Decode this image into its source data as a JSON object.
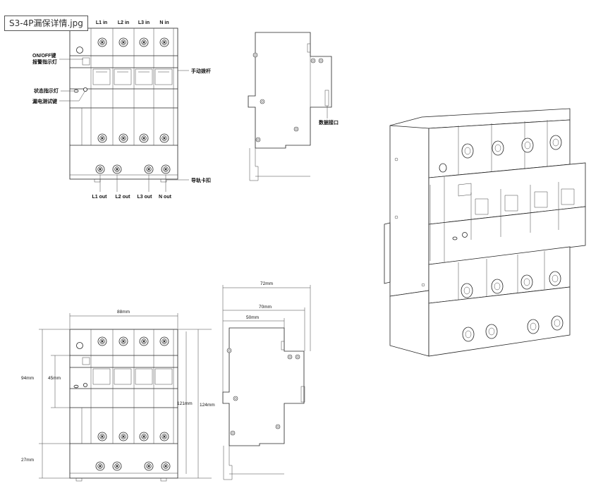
{
  "file_tag": "S3-4P漏保详情.jpg",
  "labels": {
    "l1_in": "L1 in",
    "l2_in": "L2 in",
    "l3_in": "L3 in",
    "n_in": "N in",
    "on_off_key": "ON/OFF键",
    "alarm_light": "报警指示灯",
    "status_light": "状态指示灯",
    "leakage_test_key": "漏电测试键",
    "manual_lever": "手动拨杆",
    "rail_clip": "导轨卡扣",
    "data_port": "数据接口",
    "l1_out": "L1 out",
    "l2_out": "L2 out",
    "l3_out": "L3 out",
    "n_out": "N out"
  },
  "dimensions": {
    "width_front": "88mm",
    "height_94": "94mm",
    "height_45": "45mm",
    "height_27": "27mm",
    "height_121": "121mm",
    "height_124": "124mm",
    "depth_72": "72mm",
    "depth_70": "70mm",
    "depth_50": "50mm"
  }
}
